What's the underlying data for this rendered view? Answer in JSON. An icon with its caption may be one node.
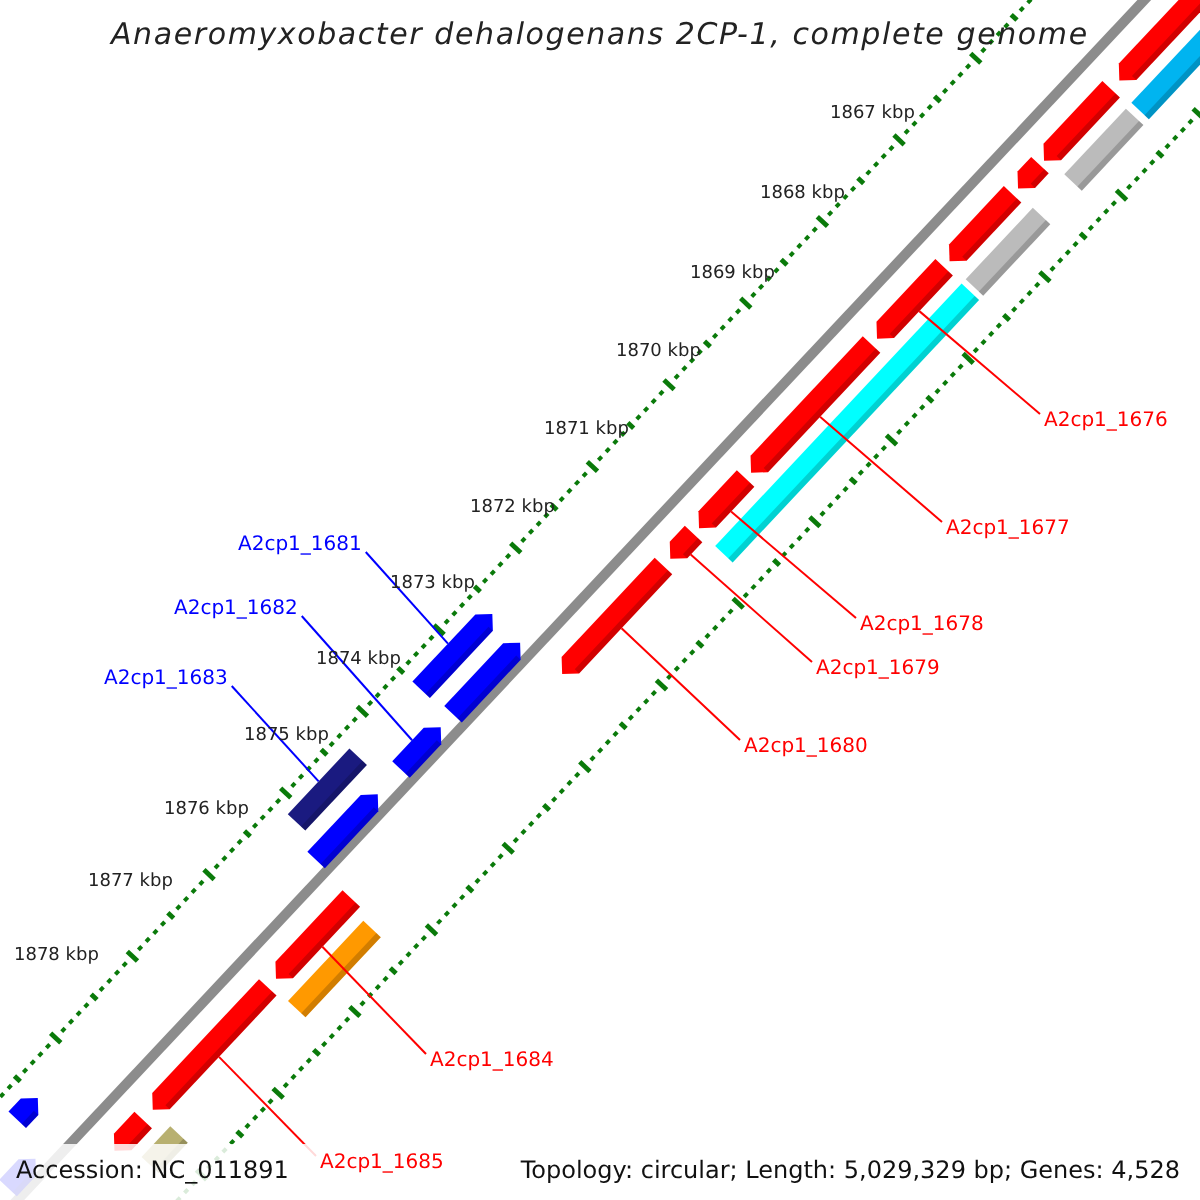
{
  "diagram": {
    "title": "Anaeromyxobacter dehalogenans 2CP-1, complete genome",
    "nodes": [
      {
        "text": [
          "A2cp1_1676"
        ]
      },
      {
        "text": [
          "A2cp1_1677"
        ]
      },
      {
        "text": [
          "A2cp1_1681"
        ]
      },
      {
        "text": [
          "A2cp1_1682"
        ]
      },
      {
        "text": [
          "A2cp1_1678"
        ]
      },
      {
        "text": [
          "A2cp1_1679"
        ]
      },
      {
        "text": [
          "A2cp1_1683"
        ]
      },
      {
        "text": [
          "A2cp1_1680"
        ]
      },
      {
        "text": [
          "A2cp1_1684"
        ]
      },
      {
        "text": [
          "A2cp1_1685"
        ]
      },
      {
        "text": [],
        "shape": "arrow"
      },
      {
        "text": [],
        "shape": "arrow"
      },
      {
        "text": [],
        "shape": "arrow"
      },
      {
        "text": [],
        "shape": "arrow"
      },
      {
        "text": [],
        "shape": "arrow"
      },
      {
        "text": [],
        "shape": "arrow"
      },
      {
        "text": [],
        "shape": "bar"
      },
      {
        "text": [],
        "shape": "arrow"
      },
      {
        "text": [],
        "shape": "arrow"
      },
      {
        "text": [],
        "shape": "arrow"
      },
      {
        "text": [],
        "shape": "arrow"
      },
      {
        "text": [],
        "shape": "arrow"
      },
      {
        "text": [],
        "shape": "arrow"
      },
      {
        "text": [],
        "shape": "arrow"
      },
      {
        "text": [],
        "shape": "arrow"
      },
      {
        "text": [],
        "shape": "bar"
      },
      {
        "text": [],
        "shape": "bar"
      },
      {
        "text": [],
        "shape": "bar"
      },
      {
        "text": [],
        "shape": "bar"
      },
      {
        "text": [],
        "shape": "bar"
      },
      {
        "text": [],
        "shape": "bar"
      },
      {
        "text": [],
        "shape": "arrow"
      },
      {
        "text": [],
        "shape": "arrow"
      },
      {
        "text": [],
        "shape": "arrow"
      },
      {
        "text": [],
        "shape": "arrow"
      }
    ],
    "edges": [
      {
        "from": 0,
        "to": 10,
        "arrow": "none"
      },
      {
        "from": 1,
        "to": 11,
        "arrow": "none"
      },
      {
        "from": 2,
        "to": 12,
        "arrow": "none",
        "color": "#0000ff"
      },
      {
        "from": 3,
        "to": 13,
        "arrow": "none",
        "color": "#0000ff"
      },
      {
        "from": 4,
        "to": 14,
        "arrow": "none"
      },
      {
        "from": 5,
        "to": 15,
        "arrow": "none"
      },
      {
        "from": 6,
        "to": 16,
        "arrow": "none",
        "color": "#0000ff"
      },
      {
        "from": 7,
        "to": 17,
        "arrow": "none"
      },
      {
        "from": 8,
        "to": 18,
        "arrow": "none"
      },
      {
        "from": 9,
        "to": 19,
        "arrow": "none"
      }
    ],
    "labels": [
      "1867 kbp",
      "1868 kbp",
      "1869 kbp",
      "1870 kbp",
      "1871 kbp",
      "1872 kbp",
      "1873 kbp",
      "1874 kbp",
      "1875 kbp",
      "1876 kbp",
      "1877 kbp",
      "1878 kbp",
      "Accession: NC_011891",
      "Topology: circular; Length: 5,029,329 bp; Genes: 4,528"
    ]
  }
}
